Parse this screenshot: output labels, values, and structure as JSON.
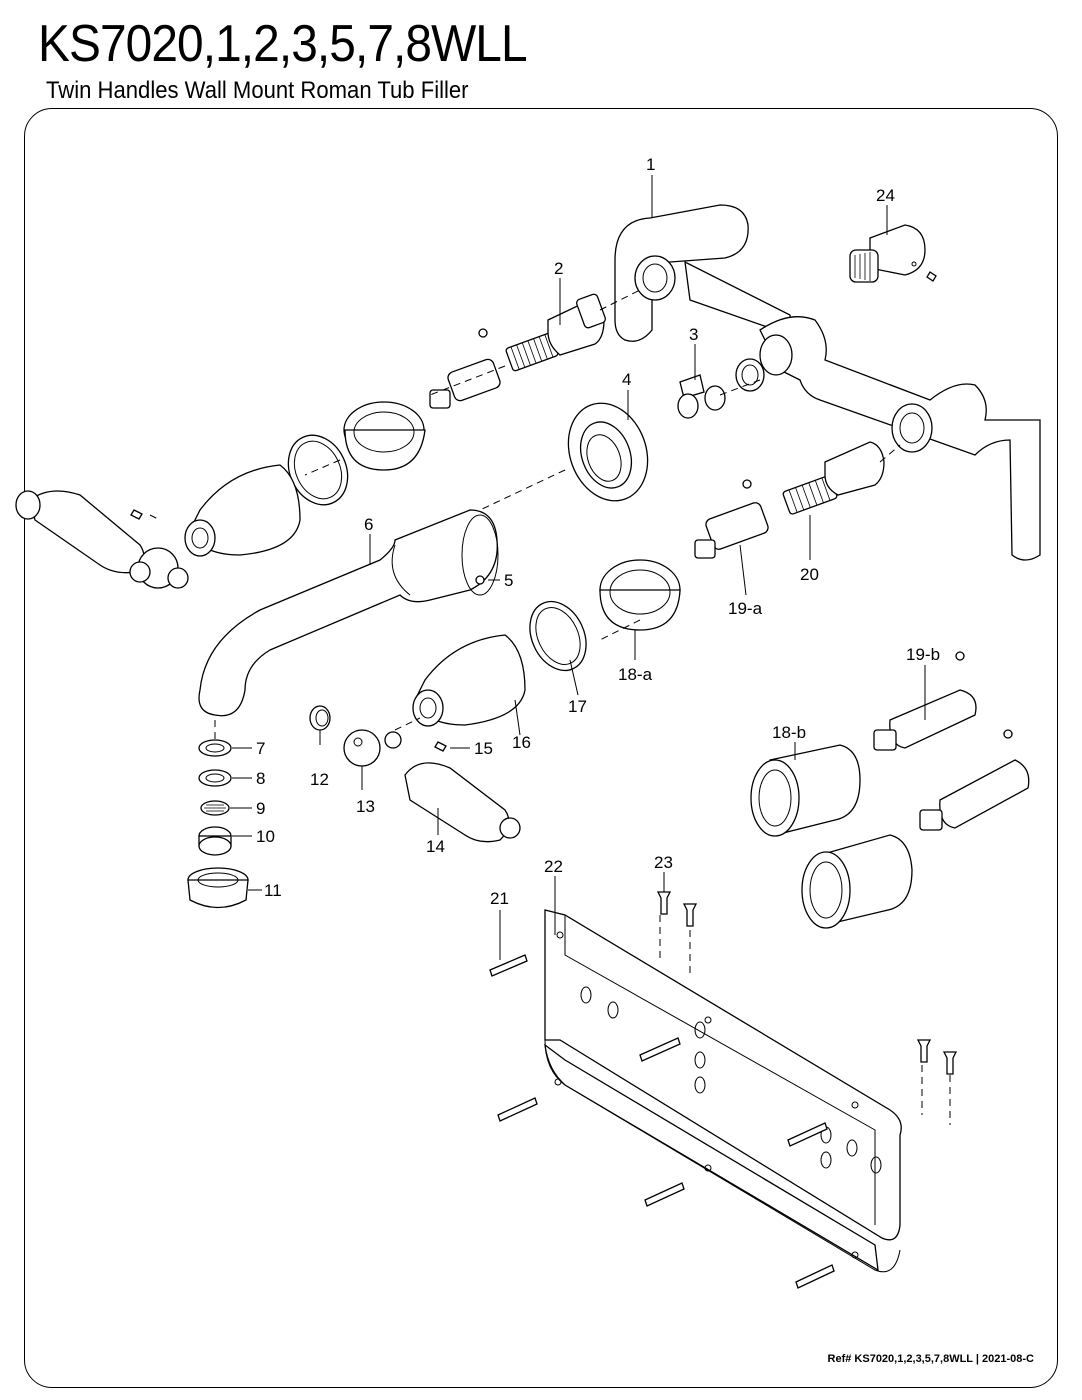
{
  "header": {
    "model": "KS7020,1,2,3,5,7,8WLL",
    "description": "Twin Handles Wall Mount Roman Tub Filler"
  },
  "callouts": [
    "1",
    "2",
    "3",
    "4",
    "5",
    "6",
    "7",
    "8",
    "9",
    "10",
    "11",
    "12",
    "13",
    "14",
    "15",
    "16",
    "17",
    "18-a",
    "18-b",
    "19-a",
    "19-b",
    "20",
    "21",
    "22",
    "23",
    "24"
  ],
  "footer": {
    "reference": "Ref# KS7020,1,2,3,5,7,8WLL | 2021-08-C"
  }
}
